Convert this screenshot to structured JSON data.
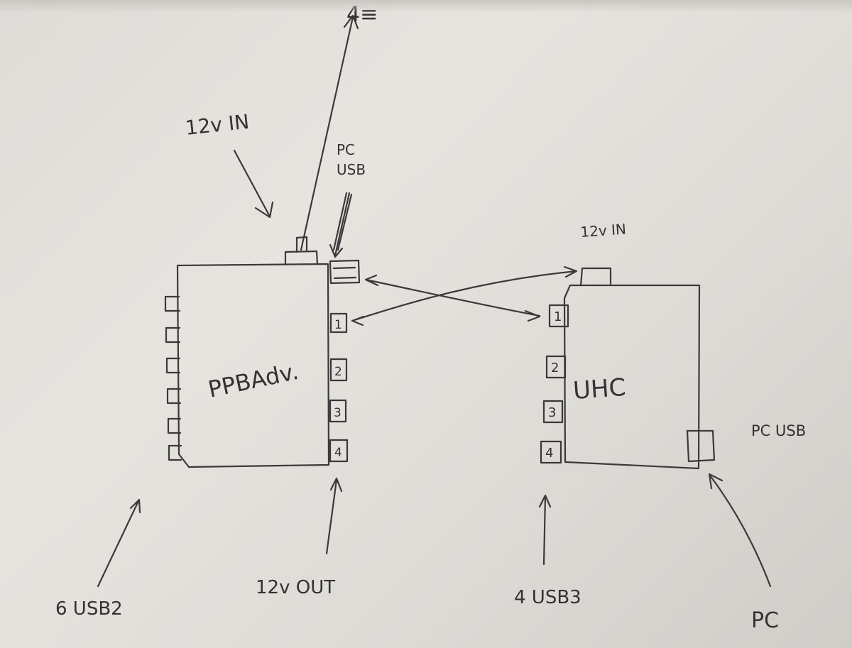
{
  "labels": {
    "top_arrow_label": "4≡",
    "left_12v_in": "12v IN",
    "pc_usb_top_line1": "PC",
    "pc_usb_top_line2": "USB",
    "right_12v_in": "12v IN",
    "ppb_name": "PPBAdv.",
    "uhc_name": "UHC",
    "pc_usb_right": "PC USB",
    "usb2_count": "6 USB2",
    "out_12v": "12v OUT",
    "usb3_count": "4 USB3",
    "pc": "PC"
  },
  "ppb_ports": [
    "1",
    "2",
    "3",
    "4"
  ],
  "uhc_ports": [
    "1",
    "2",
    "3",
    "4"
  ],
  "ink_color": "#3a3a3c"
}
